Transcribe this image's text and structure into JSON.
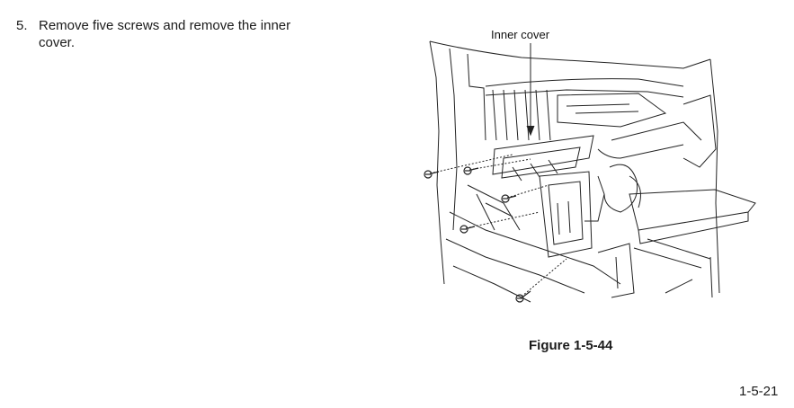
{
  "instruction": {
    "number": "5.",
    "text": "Remove five screws and remove the inner cover."
  },
  "figure": {
    "callout_label": "Inner cover",
    "caption": "Figure 1-5-44",
    "icon": "line-drawing-of-printer-inner-cover"
  },
  "footer": {
    "page_number": "1-5-21"
  }
}
